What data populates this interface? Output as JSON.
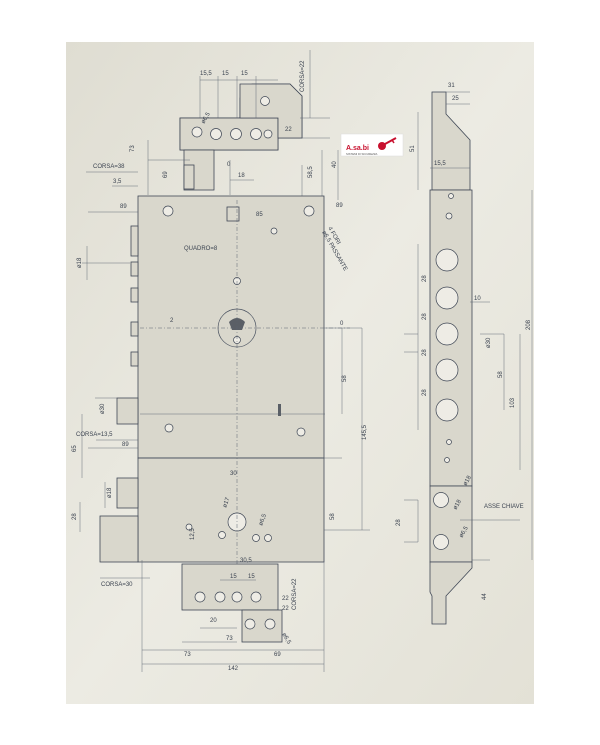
{
  "drawing": {
    "top_dims": [
      "15,5",
      "15",
      "15",
      "CORSA=22",
      "ø6,5",
      "22",
      "73",
      "69",
      "40",
      "58,5",
      "18",
      "0"
    ],
    "left_dims": [
      "CORSA=38",
      "3,5",
      "89",
      "ø18",
      "ø30",
      "CORSA=13,5",
      "65",
      "89",
      "ø18",
      "28",
      "CORSA=30"
    ],
    "body_labels": [
      "85",
      "89",
      "4 FORI",
      "ø6,5 PASSANTE",
      "QUADRO=8",
      "2",
      "0",
      "58",
      "145,5",
      "ø17",
      "ø6,5",
      "12,5",
      "30,5",
      "30",
      "58"
    ],
    "bottom_dims": [
      "15",
      "15",
      "22",
      "20",
      "22",
      "CORSA=22",
      "73",
      "ø6,5",
      "73",
      "69",
      "142"
    ],
    "right_dims": [
      "31",
      "25",
      "51",
      "15,5",
      "28",
      "28",
      "28",
      "28",
      "10",
      "ø30",
      "58",
      "103",
      "208",
      "ø18",
      "ø18",
      "28",
      "ASSE CHIAVE",
      "ø6,5",
      "44"
    ]
  },
  "logo": {
    "text": "A.sa.bi",
    "tagline": "SISTEMI DI SICUREZZA",
    "accent": "#c8102e"
  },
  "colors": {
    "paper": "#e8e6dc",
    "line": "#3f4755",
    "plate": "#d9d7cc"
  }
}
